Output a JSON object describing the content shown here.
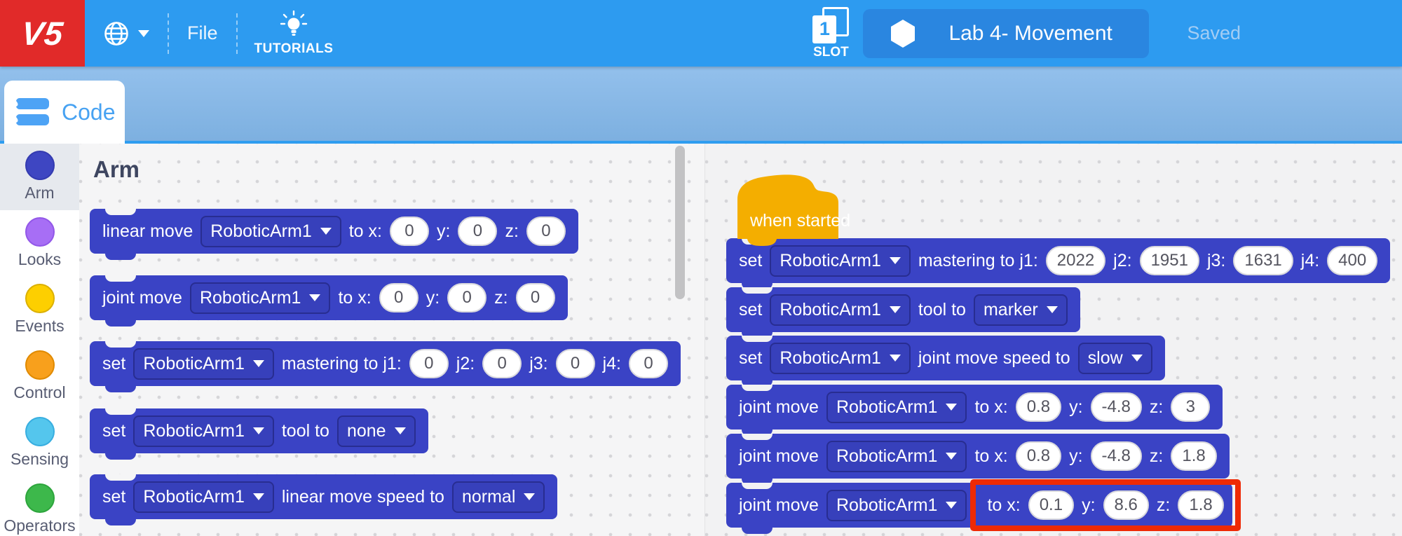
{
  "topbar": {
    "logo": "V5",
    "file_label": "File",
    "tutorials_label": "TUTORIALS",
    "slot_number": "1",
    "slot_label": "SLOT",
    "project_name": "Lab 4- Movement",
    "saved_label": "Saved"
  },
  "tabs": {
    "code_label": "Code"
  },
  "sidebar": {
    "categories": [
      {
        "label": "Arm",
        "color": "#3e46c2",
        "border": "#343bb0",
        "selected": true
      },
      {
        "label": "Looks",
        "color": "#a76ef5",
        "border": "#9257e8",
        "selected": false
      },
      {
        "label": "Events",
        "color": "#fdcf00",
        "border": "#dbb000",
        "selected": false
      },
      {
        "label": "Control",
        "color": "#f8a01c",
        "border": "#e08a00",
        "selected": false
      },
      {
        "label": "Sensing",
        "color": "#54c6ed",
        "border": "#38aee0",
        "selected": false
      },
      {
        "label": "Operators",
        "color": "#3db84b",
        "border": "#2da53c",
        "selected": false
      }
    ]
  },
  "palette": {
    "header": "Arm",
    "blocks": [
      {
        "segments": [
          {
            "t": "text",
            "v": "linear move"
          },
          {
            "t": "dropdown",
            "v": "RoboticArm1"
          },
          {
            "t": "text",
            "v": "to x:"
          },
          {
            "t": "input",
            "v": "0"
          },
          {
            "t": "text",
            "v": "y:"
          },
          {
            "t": "input",
            "v": "0"
          },
          {
            "t": "text",
            "v": "z:"
          },
          {
            "t": "input",
            "v": "0"
          }
        ]
      },
      {
        "segments": [
          {
            "t": "text",
            "v": "joint move"
          },
          {
            "t": "dropdown",
            "v": "RoboticArm1"
          },
          {
            "t": "text",
            "v": "to x:"
          },
          {
            "t": "input",
            "v": "0"
          },
          {
            "t": "text",
            "v": "y:"
          },
          {
            "t": "input",
            "v": "0"
          },
          {
            "t": "text",
            "v": "z:"
          },
          {
            "t": "input",
            "v": "0"
          }
        ]
      },
      {
        "segments": [
          {
            "t": "text",
            "v": "set"
          },
          {
            "t": "dropdown",
            "v": "RoboticArm1"
          },
          {
            "t": "text",
            "v": "mastering to j1:"
          },
          {
            "t": "input",
            "v": "0"
          },
          {
            "t": "text",
            "v": "j2:"
          },
          {
            "t": "input",
            "v": "0"
          },
          {
            "t": "text",
            "v": "j3:"
          },
          {
            "t": "input",
            "v": "0"
          },
          {
            "t": "text",
            "v": "j4:"
          },
          {
            "t": "input",
            "v": "0"
          }
        ]
      },
      {
        "segments": [
          {
            "t": "text",
            "v": "set"
          },
          {
            "t": "dropdown",
            "v": "RoboticArm1"
          },
          {
            "t": "text",
            "v": "tool to"
          },
          {
            "t": "dropdown",
            "v": "none"
          }
        ]
      },
      {
        "segments": [
          {
            "t": "text",
            "v": "set"
          },
          {
            "t": "dropdown",
            "v": "RoboticArm1"
          },
          {
            "t": "text",
            "v": "linear move speed to"
          },
          {
            "t": "dropdown",
            "v": "normal"
          }
        ]
      }
    ]
  },
  "canvas": {
    "hat_label": "when started",
    "blocks": [
      {
        "segments": [
          {
            "t": "text",
            "v": "set"
          },
          {
            "t": "dropdown",
            "v": "RoboticArm1"
          },
          {
            "t": "text",
            "v": "mastering to j1:"
          },
          {
            "t": "input",
            "v": "2022"
          },
          {
            "t": "text",
            "v": "j2:"
          },
          {
            "t": "input",
            "v": "1951"
          },
          {
            "t": "text",
            "v": "j3:"
          },
          {
            "t": "input",
            "v": "1631"
          },
          {
            "t": "text",
            "v": "j4:"
          },
          {
            "t": "input",
            "v": "400"
          }
        ]
      },
      {
        "segments": [
          {
            "t": "text",
            "v": "set"
          },
          {
            "t": "dropdown",
            "v": "RoboticArm1"
          },
          {
            "t": "text",
            "v": "tool to"
          },
          {
            "t": "dropdown",
            "v": "marker"
          }
        ]
      },
      {
        "segments": [
          {
            "t": "text",
            "v": "set"
          },
          {
            "t": "dropdown",
            "v": "RoboticArm1"
          },
          {
            "t": "text",
            "v": "joint move speed to"
          },
          {
            "t": "dropdown",
            "v": "slow"
          }
        ]
      },
      {
        "segments": [
          {
            "t": "text",
            "v": "joint move"
          },
          {
            "t": "dropdown",
            "v": "RoboticArm1"
          },
          {
            "t": "text",
            "v": "to x:"
          },
          {
            "t": "input",
            "v": "0.8"
          },
          {
            "t": "text",
            "v": "y:"
          },
          {
            "t": "input",
            "v": "-4.8"
          },
          {
            "t": "text",
            "v": "z:"
          },
          {
            "t": "input",
            "v": "3"
          }
        ]
      },
      {
        "segments": [
          {
            "t": "text",
            "v": "joint move"
          },
          {
            "t": "dropdown",
            "v": "RoboticArm1"
          },
          {
            "t": "text",
            "v": "to x:"
          },
          {
            "t": "input",
            "v": "0.8"
          },
          {
            "t": "text",
            "v": "y:"
          },
          {
            "t": "input",
            "v": "-4.8"
          },
          {
            "t": "text",
            "v": "z:"
          },
          {
            "t": "input",
            "v": "1.8"
          }
        ]
      },
      {
        "segments": [
          {
            "t": "text",
            "v": "joint move"
          },
          {
            "t": "dropdown",
            "v": "RoboticArm1"
          },
          {
            "t": "text",
            "v": "to x:"
          },
          {
            "t": "input",
            "v": "0.1"
          },
          {
            "t": "text",
            "v": "y:"
          },
          {
            "t": "input",
            "v": "8.6"
          },
          {
            "t": "text",
            "v": "z:"
          },
          {
            "t": "input",
            "v": "1.8"
          }
        ],
        "highlight_from": 2
      }
    ]
  },
  "colors": {
    "topbar": "#2d9bf0",
    "logo_bg": "#e12a29",
    "project_pill": "#2a86e0",
    "subbar_top": "#93c0ec",
    "subbar_bottom": "#7db0e0",
    "block_blue": "#3a43c5",
    "hat_yellow": "#f4ae00",
    "highlight_red": "#ee2a05",
    "palette_bg": "#f5f5f6",
    "canvas_bg": "#f2f2f3"
  }
}
